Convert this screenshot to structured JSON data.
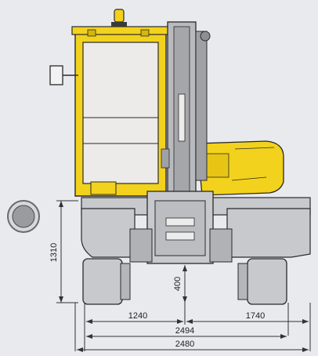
{
  "dimensions": {
    "overall_height": "1310",
    "ground_clearance": "400",
    "left_half_width": "1240",
    "right_half_width": "1740",
    "track_width": "2494",
    "overall_width": "2480"
  },
  "colors": {
    "machine_body": "#f2d21c",
    "machine_outline": "#2a2a2a",
    "undercarriage": "#c8c9cd",
    "boom_steel": "#b9babe",
    "background": "#e9eaee",
    "dimension_lines": "#333333"
  },
  "icons": {
    "beacon": "rotating-beacon-icon",
    "mirror": "side-mirror-icon",
    "badge": "round-badge-icon"
  }
}
